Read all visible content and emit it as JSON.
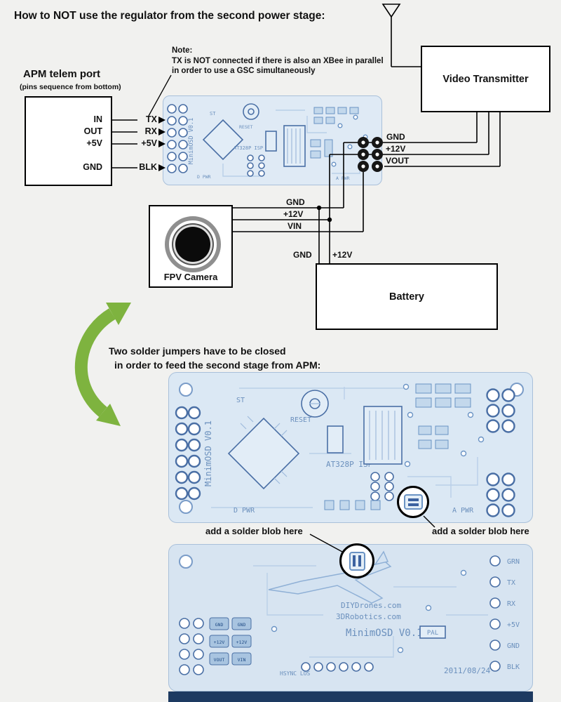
{
  "colors": {
    "pcb_blue": "#dbe8f4",
    "silkscreen_blue": "#6b90bd",
    "arrow_green": "#7eb33f"
  },
  "title": "How to NOT use the regulator from the second power stage:",
  "note": {
    "heading": "Note:",
    "line1": "TX is NOT connected if there is also an XBee in parallel",
    "line2": "in order to use a GSC simultaneously"
  },
  "apm": {
    "title": "APM telem port",
    "subtitle": "(pins sequence from bottom)",
    "pins": [
      "IN",
      "OUT",
      "+5V",
      "GND"
    ]
  },
  "osd_serial_pins": [
    "TX",
    "RX",
    "+5V",
    "BLK"
  ],
  "video_transmitter": "Video Transmitter",
  "power_out": {
    "gnd": "GND",
    "v12": "+12V",
    "vout": "VOUT"
  },
  "camera_feed": {
    "gnd": "GND",
    "v12": "+12V",
    "vin": "VIN"
  },
  "battery": {
    "label": "Battery",
    "gnd": "GND",
    "v12": "+12V"
  },
  "fpv_camera": "FPV Camera",
  "jumper_note": {
    "line1": "Two solder jumpers have to be closed",
    "line2": "in order to feed the second stage from APM:"
  },
  "solder_blob_left": "add a solder blob here",
  "solder_blob_right": "add a solder blob here",
  "pcb_front": {
    "name": "MinimOSD V0.1",
    "st": "ST",
    "reset": "RESET",
    "isp": "AT328P ISP",
    "d_pwr": "D PWR",
    "a_pwr": "A PWR"
  },
  "pcb_back": {
    "site1": "DIYDrones.com",
    "site2": "3DRobotics.com",
    "name": "MinimOSD V0.1",
    "pal": "PAL",
    "date": "2011/08/24",
    "hsync": "HSYNC LOS",
    "right_pins": [
      "GRN",
      "TX",
      "RX",
      "+5V",
      "GND",
      "BLK"
    ],
    "left_pads": [
      "GND",
      "GND",
      "+12V",
      "+12V",
      "VOUT",
      "VIN"
    ]
  }
}
